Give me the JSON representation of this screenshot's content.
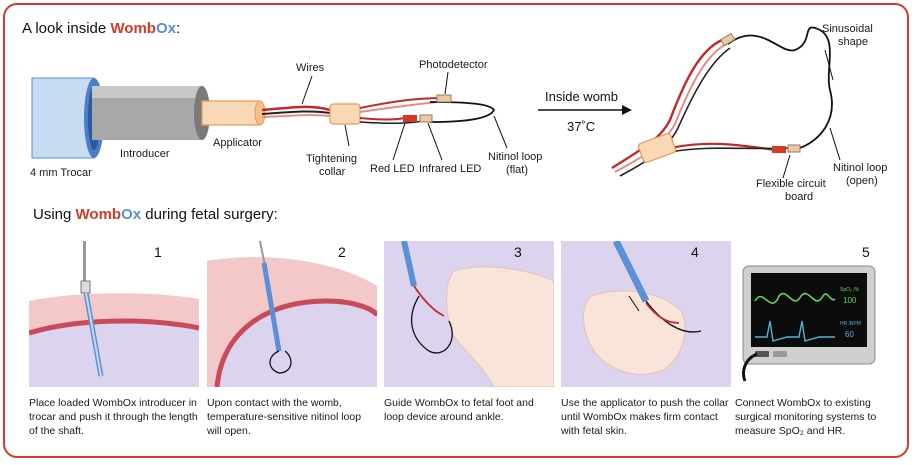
{
  "colors": {
    "frame": "#d63a26",
    "brand_womb": "#d63a26",
    "brand_ox": "#5b8fd6",
    "womb_purple": "#dcd3ef",
    "tissue_pink": "#f2c8c8",
    "tissue_dark": "#c94a58",
    "skin": "#f8e4d8"
  },
  "section1": {
    "prefix": "A look inside ",
    "brand_a": "Womb",
    "brand_b": "Ox",
    "suffix": ":"
  },
  "section2": {
    "prefix": "Using ",
    "brand_a": "Womb",
    "brand_b": "Ox",
    "suffix": " during fetal surgery:"
  },
  "labels": {
    "trocar": "4 mm Trocar",
    "introducer": "Introducer",
    "applicator": "Applicator",
    "wires": "Wires",
    "collar_1": "Tightening",
    "collar_2": "collar",
    "red_led": "Red LED",
    "ir_led": "Infrared LED",
    "photodetector": "Photodetector",
    "loop_flat_1": "Nitinol loop",
    "loop_flat_2": "(flat)",
    "inside_womb": "Inside womb",
    "temperature": "37˚C",
    "sinus_1": "Sinusoidal",
    "sinus_2": "shape",
    "loop_open_1": "Nitinol loop",
    "loop_open_2": "(open)",
    "board_1": "Flexible circuit",
    "board_2": "board"
  },
  "monitor": {
    "spo2_label": "SpO₂ /%",
    "spo2_value": "100",
    "hr_label": "HR /BPM",
    "hr_value": "60"
  },
  "steps": [
    {
      "number": "1",
      "caption": "Place loaded WombOx introducer in trocar and push it through the length of the shaft."
    },
    {
      "number": "2",
      "caption": "Upon contact with the womb, temperature-sensitive nitinol loop will open."
    },
    {
      "number": "3",
      "caption": "Guide WombOx to fetal foot and loop device around ankle."
    },
    {
      "number": "4",
      "caption": "Use the applicator to push the collar until WombOx makes firm contact with fetal skin."
    },
    {
      "number": "5",
      "caption": "Connect WombOx to existing surgical monitoring systems to measure SpO₂ and HR."
    }
  ]
}
